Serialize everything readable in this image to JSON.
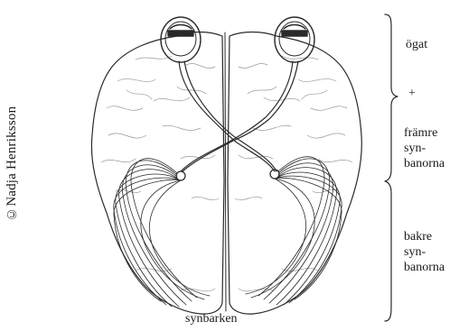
{
  "copyright": "©Nadja Henriksson",
  "labels": {
    "eye": "ögat",
    "plus": "+",
    "front_line1": "främre",
    "front_line2": "syn-",
    "front_line3": "banorna",
    "back_line1": "bakre",
    "back_line2": "syn-",
    "back_line3": "banorna"
  },
  "caption": "synbarken",
  "colors": {
    "ink": "#2a2a2a",
    "background": "#ffffff"
  }
}
